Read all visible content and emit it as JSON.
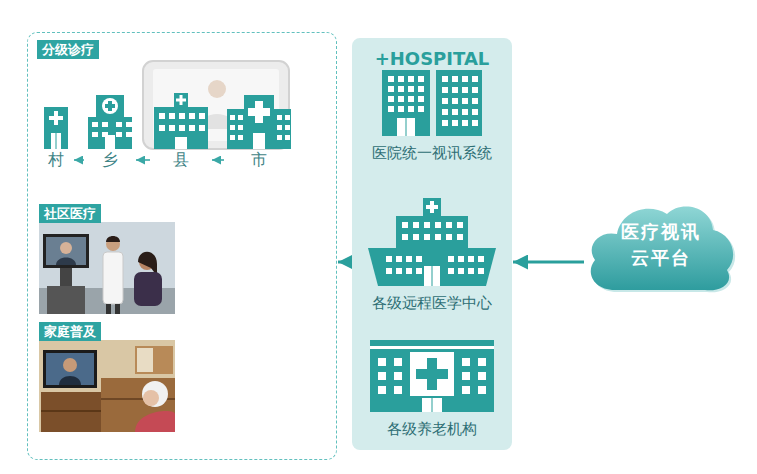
{
  "diagram": {
    "nodes": [
      {
        "text": []
      },
      {
        "text": [
          "分级诊疗"
        ],
        "in": 0
      },
      {
        "text": [
          "村"
        ],
        "in": 1
      },
      {
        "text": [
          "乡"
        ],
        "in": 1
      },
      {
        "text": [
          "县"
        ],
        "in": 1
      },
      {
        "text": [
          "市"
        ],
        "in": 1
      },
      {
        "text": [
          "社区医疗"
        ],
        "in": 0
      },
      {
        "text": [
          "家庭普及"
        ],
        "in": 0
      },
      {
        "text": []
      },
      {
        "text": [
          "+HOSPITAL",
          "医院统一视讯系统"
        ],
        "in": 8
      },
      {
        "text": [
          "各级远程医学中心"
        ],
        "in": 8
      },
      {
        "text": [
          "各级养老机构"
        ],
        "in": 8
      },
      {
        "text": [
          "医疗视讯 云平台"
        ]
      }
    ],
    "edges": [
      {
        "from": 5,
        "to": 4,
        "arrow": "to"
      },
      {
        "from": 4,
        "to": 3,
        "arrow": "to"
      },
      {
        "from": 3,
        "to": 2,
        "arrow": "to"
      },
      {
        "from": 12,
        "to": 8,
        "arrow": "to"
      },
      {
        "from": 8,
        "to": 0,
        "arrow": "to"
      }
    ]
  }
}
